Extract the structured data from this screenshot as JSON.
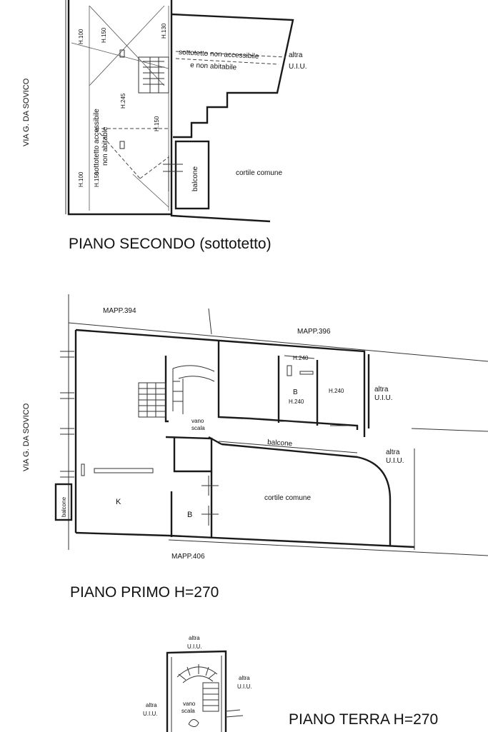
{
  "top_plan": {
    "title": "PIANO SECONDO (sottotetto)",
    "street": "VIA G. DA SOVICO",
    "labels": {
      "attic_non_accessible_1": "sottotetto non accessibile",
      "attic_non_accessible_2": "e non abitabile",
      "attic_accessible_1": "sottotetto accessibile",
      "attic_accessible_2": "non abitable",
      "other_unit_1": "altra",
      "other_unit_2": "U.I.U.",
      "balcony": "balcone",
      "courtyard": "cortile comune"
    },
    "heights": {
      "h100_top": "H.100",
      "h150_top": "H.150",
      "h130": "H.130",
      "h245": "H.245",
      "h150_mid": "H.150",
      "h100_bottom": "H.100",
      "h150_bottom": "H.150"
    }
  },
  "middle_plan": {
    "title": "PIANO PRIMO H=270",
    "street": "VIA G. DA SOVICO",
    "labels": {
      "mapp_394": "MAPP.394",
      "mapp_396": "MAPP.396",
      "mapp_406": "MAPP.406",
      "h240_a": "H.240",
      "h240_b": "H.240",
      "h240_c": "H.240",
      "bath_upper": "B",
      "bath_lower": "B",
      "other_unit_1_a": "altra",
      "other_unit_1_b": "U.I.U.",
      "other_unit_2_a": "altra",
      "other_unit_2_b": "U.I.U.",
      "stair_1": "vano",
      "stair_2": "scala",
      "balcony_strip": "balcone",
      "balcony_side": "balcone",
      "kitchen": "K",
      "courtyard": "cortile comune"
    }
  },
  "bottom_plan": {
    "title": "PIANO TERRA H=270",
    "labels": {
      "top_other_1": "altra",
      "top_other_2": "U.I.U.",
      "right_other_1": "altra",
      "right_other_2": "U.I.U.",
      "left_other_1": "altra",
      "left_other_2": "U.I.U.",
      "stair_1": "vano",
      "stair_2": "scala"
    }
  }
}
